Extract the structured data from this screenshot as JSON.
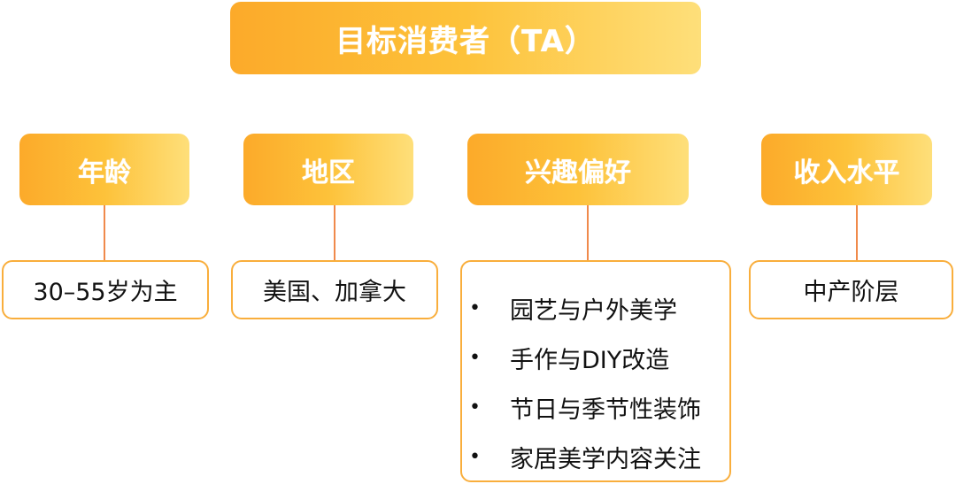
{
  "title": "目标消费者（TA）",
  "colors": {
    "header_gradient_start": "#fcaa2a",
    "header_gradient_end": "#fedf7a",
    "connector": "#f08a4b",
    "detail_border": "#f9ae3c",
    "header_text": "#ffffff",
    "detail_text": "#111111"
  },
  "categories": [
    {
      "label": "年龄",
      "detail": "30–55岁为主"
    },
    {
      "label": "地区",
      "detail": "美国、加拿大"
    },
    {
      "label": "兴趣偏好",
      "items": [
        "园艺与户外美学",
        "手作与DIY改造",
        "节日与季节性装饰",
        "家居美学内容关注"
      ],
      "bullet": "•"
    },
    {
      "label": "收入水平",
      "detail": "中产阶层"
    }
  ]
}
